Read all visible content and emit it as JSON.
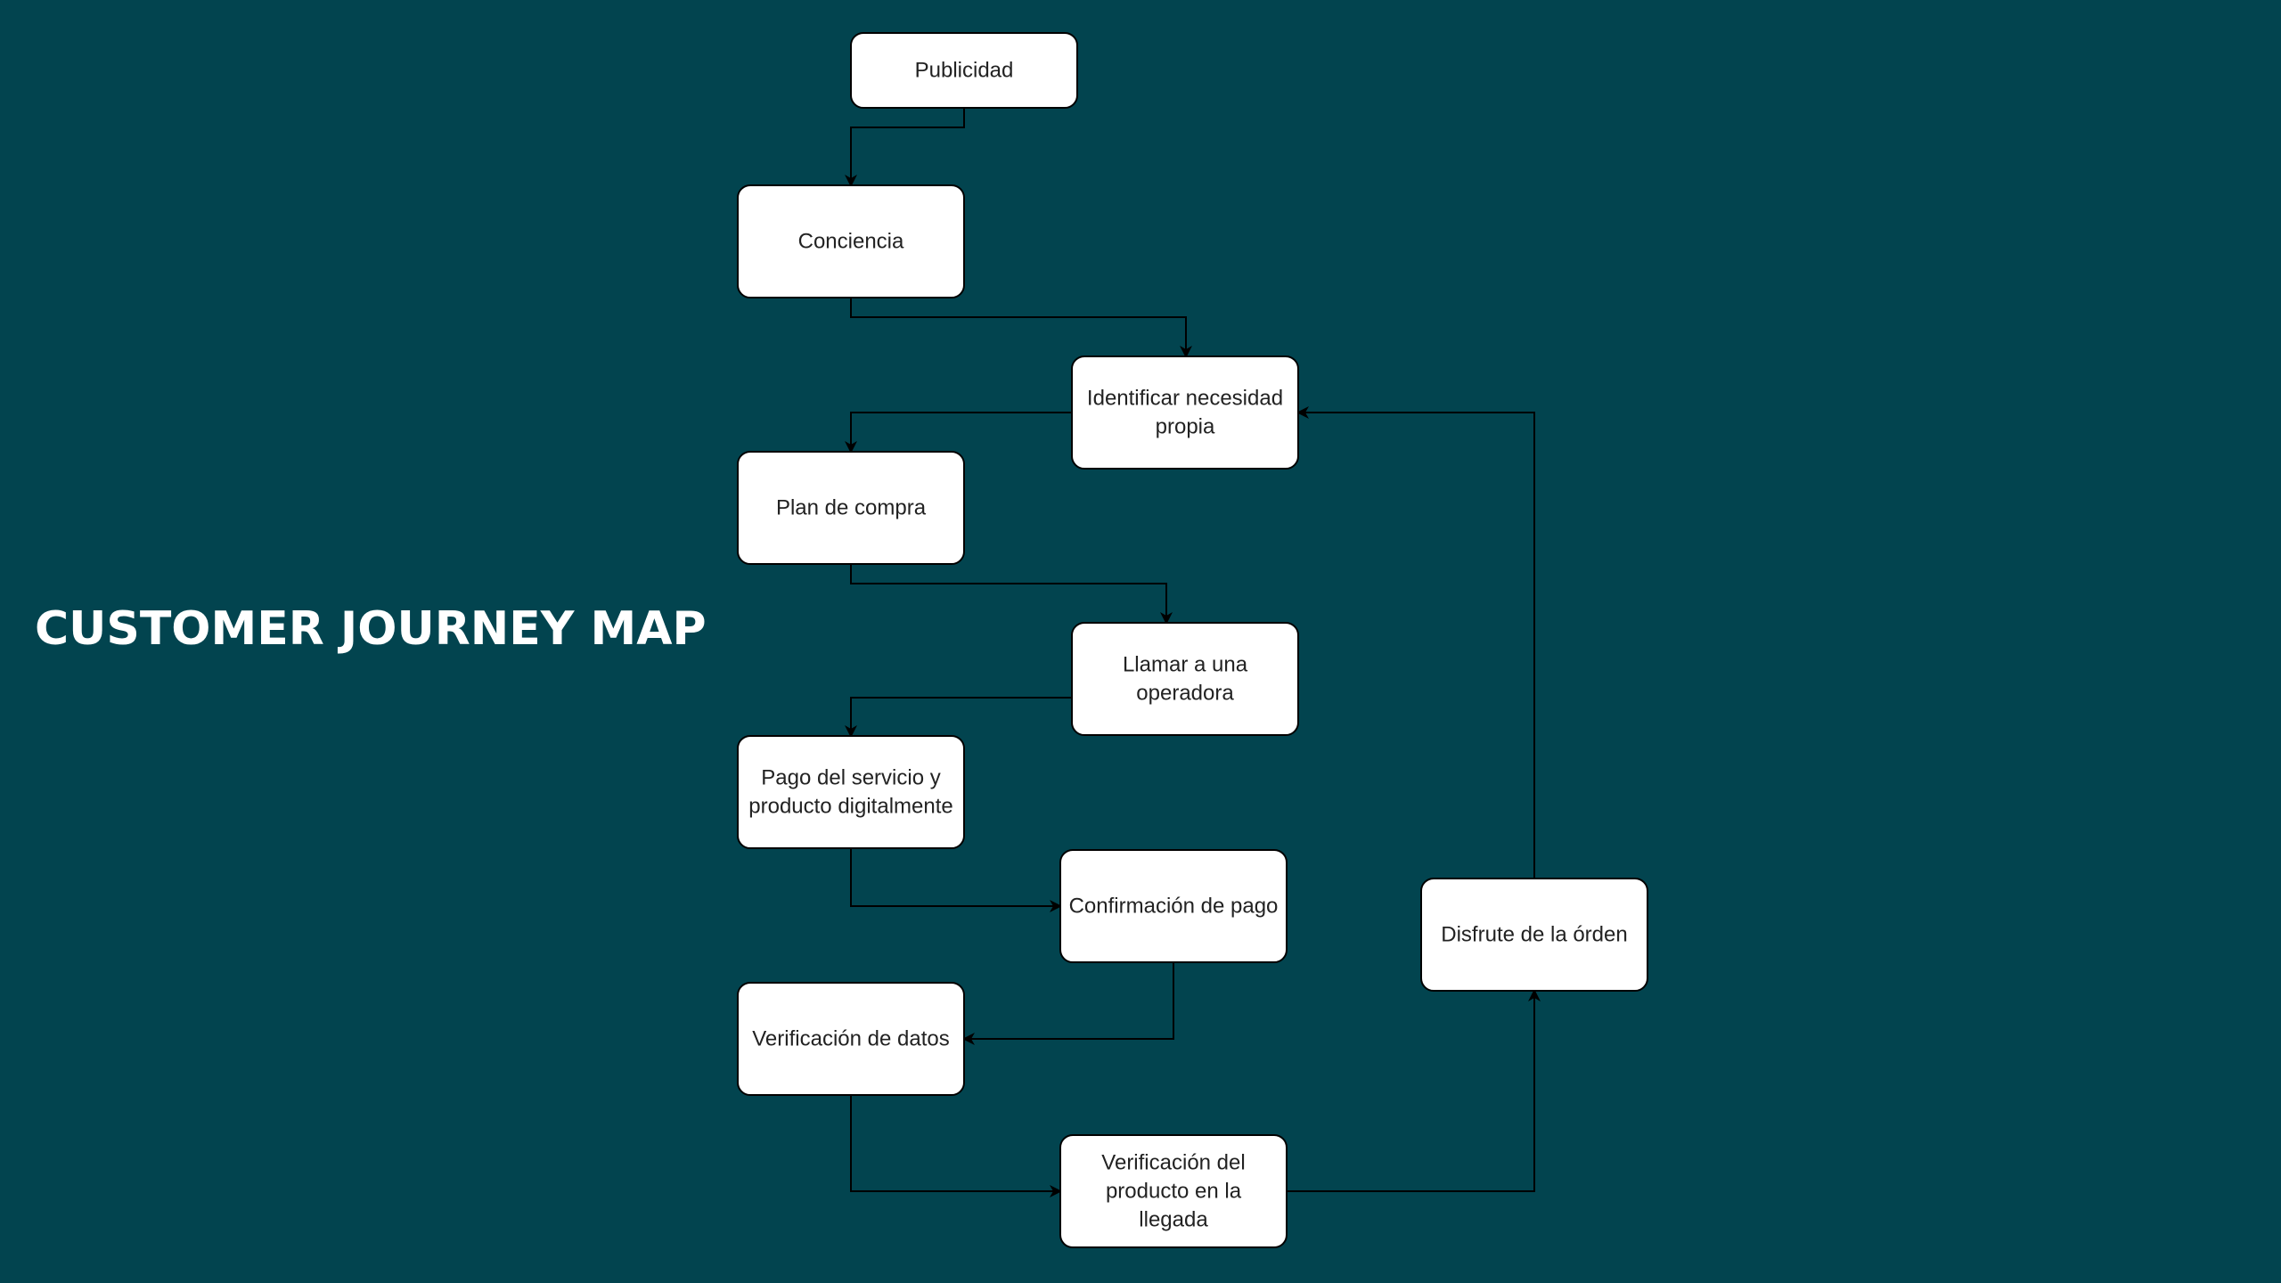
{
  "title": "CUSTOMER JOURNEY MAP",
  "colors": {
    "background": "#02444f",
    "title": "#ffffff",
    "node_fill": "#ffffff",
    "node_stroke": "#000000",
    "edge": "#000000",
    "node_text": "#222222"
  },
  "nodes": [
    {
      "id": "publicidad",
      "lines": [
        "Publicidad"
      ]
    },
    {
      "id": "conciencia",
      "lines": [
        "Conciencia"
      ]
    },
    {
      "id": "identificar",
      "lines": [
        "Identificar necesidad",
        "propia"
      ]
    },
    {
      "id": "plan",
      "lines": [
        "Plan de compra"
      ]
    },
    {
      "id": "llamar",
      "lines": [
        "Llamar a una",
        "operadora"
      ]
    },
    {
      "id": "pago",
      "lines": [
        "Pago del servicio y",
        "producto digitalmente"
      ]
    },
    {
      "id": "confirmacion",
      "lines": [
        "Confirmación de pago"
      ]
    },
    {
      "id": "verif_datos",
      "lines": [
        "Verificación de datos"
      ]
    },
    {
      "id": "verif_producto",
      "lines": [
        "Verificación del",
        "producto en la",
        "llegada"
      ]
    },
    {
      "id": "disfrute",
      "lines": [
        "Disfrute de la órden"
      ]
    }
  ],
  "edges": [
    {
      "from": "publicidad",
      "to": "conciencia"
    },
    {
      "from": "conciencia",
      "to": "identificar"
    },
    {
      "from": "identificar",
      "to": "plan"
    },
    {
      "from": "plan",
      "to": "llamar"
    },
    {
      "from": "llamar",
      "to": "pago"
    },
    {
      "from": "pago",
      "to": "confirmacion"
    },
    {
      "from": "confirmacion",
      "to": "verif_datos"
    },
    {
      "from": "verif_datos",
      "to": "verif_producto"
    },
    {
      "from": "verif_producto",
      "to": "disfrute"
    },
    {
      "from": "disfrute",
      "to": "identificar"
    }
  ]
}
